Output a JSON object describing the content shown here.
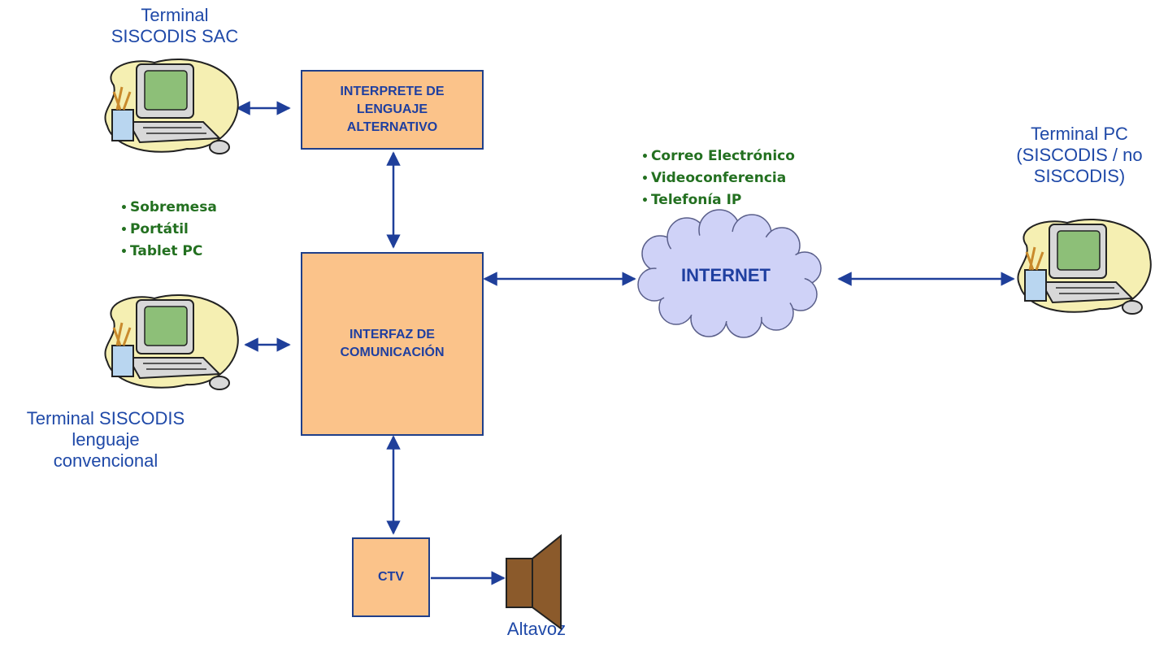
{
  "labels": {
    "sac_terminal": [
      "Terminal",
      "SISCODIS SAC"
    ],
    "conventional_terminal": [
      "Terminal SISCODIS",
      "lenguaje",
      "convencional"
    ],
    "pc_terminal": [
      "Terminal PC",
      "(SISCODIS / no",
      "SISCODIS)"
    ],
    "speaker": "Altavoz"
  },
  "boxes": {
    "interpreter": [
      "INTERPRETE DE",
      "LENGUAJE",
      "ALTERNATIVO"
    ],
    "interface": [
      "INTERFAZ DE",
      "COMUNICACIÓN"
    ],
    "ctv": "CTV"
  },
  "cloud": {
    "label": "INTERNET"
  },
  "device_types": [
    "Sobremesa",
    "Portátil",
    "Tablet PC"
  ],
  "internet_services": [
    "Correo Electrónico",
    "Videoconferencia",
    "Telefonía IP"
  ],
  "colors": {
    "box_fill": "#fbc38a",
    "arrow": "#1f3f9a",
    "label_text": "#1f49a8",
    "bullet_text": "#237020",
    "cloud_fill": "#cfd2f7",
    "speaker": "#8b5a2b"
  }
}
